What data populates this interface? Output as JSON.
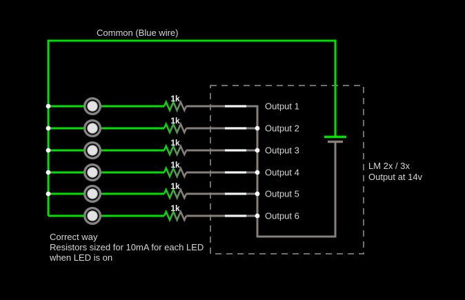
{
  "colors": {
    "background": "#000000",
    "wire_high": "#00e000",
    "wire_neutral": "#87807a",
    "switch_body": "#f2f2f2",
    "led_ring": "#848484",
    "led_fill": "#e3e3e3",
    "junction_dot": "#ffffff",
    "dashed_box": "#6f6f6f",
    "text_color": "#d6d6d6"
  },
  "labels": {
    "common_rail": "Common (Blue wire)",
    "module_line1": "LM 2x / 3x",
    "module_line2": "Output at 14v",
    "note_line1": "Correct way",
    "note_line2": "Resistors sized for 10mA for each LED",
    "note_line3": "when LED is on"
  },
  "rows": [
    {
      "resistor_value": "1k",
      "output_label": "Output 1"
    },
    {
      "resistor_value": "1k",
      "output_label": "Output 2"
    },
    {
      "resistor_value": "1k",
      "output_label": "Output 3"
    },
    {
      "resistor_value": "1k",
      "output_label": "Output 4"
    },
    {
      "resistor_value": "1k",
      "output_label": "Output 5"
    },
    {
      "resistor_value": "1k",
      "output_label": "Output 6"
    }
  ]
}
